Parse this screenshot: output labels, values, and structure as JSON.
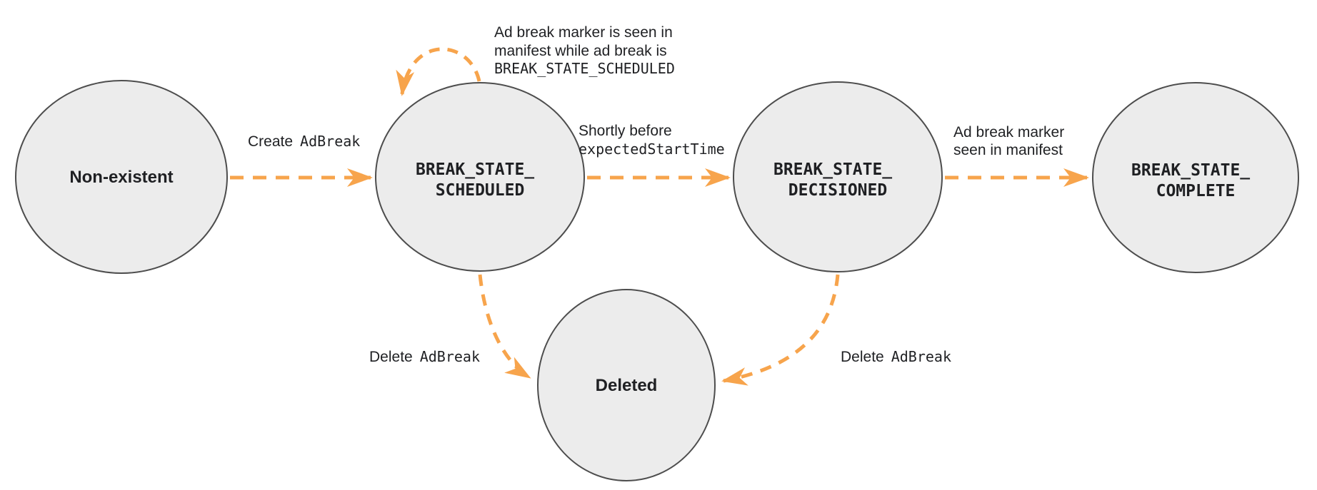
{
  "colors": {
    "arrow": "#F7A44C",
    "node_fill": "#ECECEC",
    "node_stroke": "#4D4D4D",
    "text": "#1F2023"
  },
  "nodes": {
    "non_existent": {
      "label": "Non-existent"
    },
    "scheduled": {
      "line1": "BREAK_STATE_",
      "line2": "SCHEDULED"
    },
    "decisioned": {
      "line1": "BREAK_STATE_",
      "line2": "DECISIONED"
    },
    "complete": {
      "line1": "BREAK_STATE_",
      "line2": "COMPLETE"
    },
    "deleted": {
      "label": "Deleted"
    }
  },
  "edges": {
    "create_adbreak": {
      "label_sans": "Create",
      "label_mono": "AdBreak"
    },
    "self_loop": {
      "line1": "Ad break marker is seen in",
      "line2": "manifest while ad break is",
      "line3": "BREAK_STATE_SCHEDULED"
    },
    "shortly_before": {
      "line1": "Shortly before",
      "line2": "expectedStartTime"
    },
    "marker_seen": {
      "line1": "Ad break marker",
      "line2": "seen in manifest"
    },
    "delete_left": {
      "label_sans": "Delete",
      "label_mono": "AdBreak"
    },
    "delete_right": {
      "label_sans": "Delete",
      "label_mono": "AdBreak"
    }
  }
}
